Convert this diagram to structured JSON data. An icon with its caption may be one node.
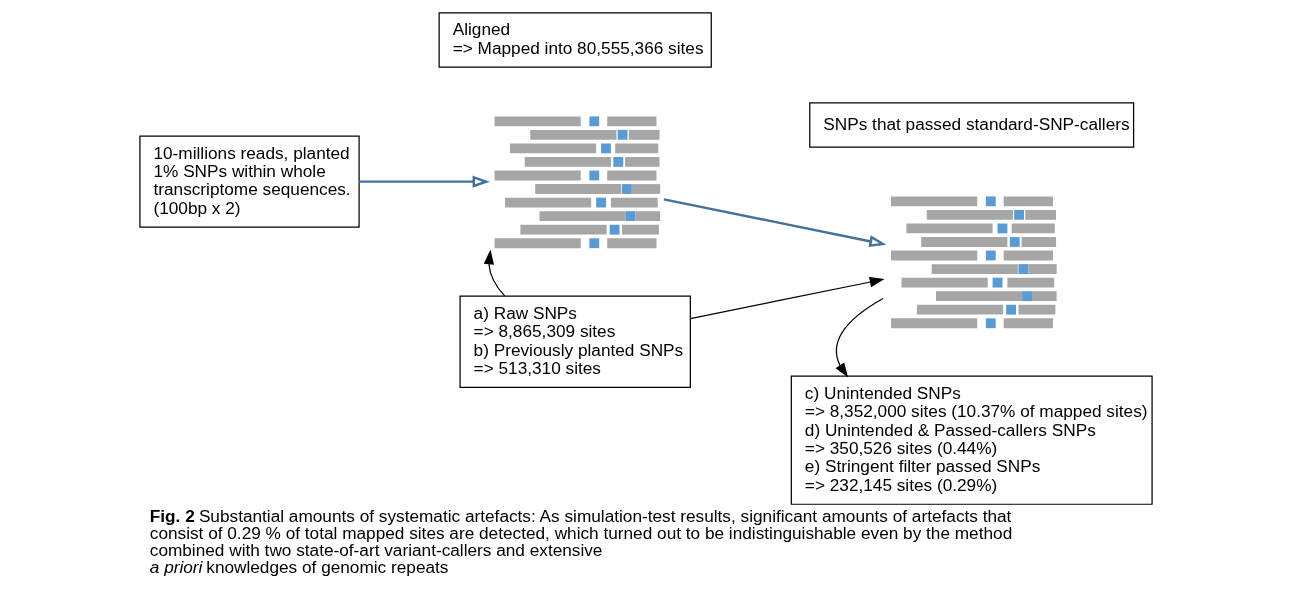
{
  "diagram": {
    "caption": "**Fig. 2** Substantial amounts of systematic artefacts: As simulation-test results, significant amounts of artefacts that consist of 0.29 % of total mapped sites are detected, which turned out to be indistinguishable even by the method combined with two state-of-art variant-callers and extensive *a priori* knowledges of genomic repeats",
    "nodes": [
      {
        "text": [
          "10-millions reads, planted 1% SNPs within whole transcriptome sequences. (100bp x 2)"
        ]
      },
      {
        "text": [
          "Aligned",
          "=> Mapped into 80,555,366 sites"
        ]
      },
      {
        "text": [],
        "shape": "picture"
      },
      {
        "text": [
          "SNPs that passed standard-SNP-callers"
        ]
      },
      {
        "text": [],
        "shape": "picture"
      },
      {
        "text": [
          "a) Raw SNPs",
          "=> 8,865,309 sites",
          "b) Previously planted SNPs",
          "=> 513,310 sites"
        ]
      },
      {
        "text": [
          "c) Unintended SNPs",
          "=> 8,352,000 sites (10.37% of mapped sites)",
          "d) Unintended & Passed-callers SNPs",
          "=> 350,526 sites (0.44%)",
          "e) Stringent filter passed SNPs",
          "=> 232,145 sites (0.29%)"
        ]
      }
    ],
    "edges": [
      {
        "from": 0,
        "to": 2,
        "arrow": "to",
        "color": "#41719c"
      },
      {
        "from": 2,
        "to": 4,
        "arrow": "to",
        "color": "#41719c"
      },
      {
        "from": 5,
        "to": 2,
        "arrow": "to"
      },
      {
        "from": 5,
        "to": 4,
        "arrow": "to"
      },
      {
        "from": 4,
        "to": 6,
        "arrow": "to"
      }
    ]
  }
}
